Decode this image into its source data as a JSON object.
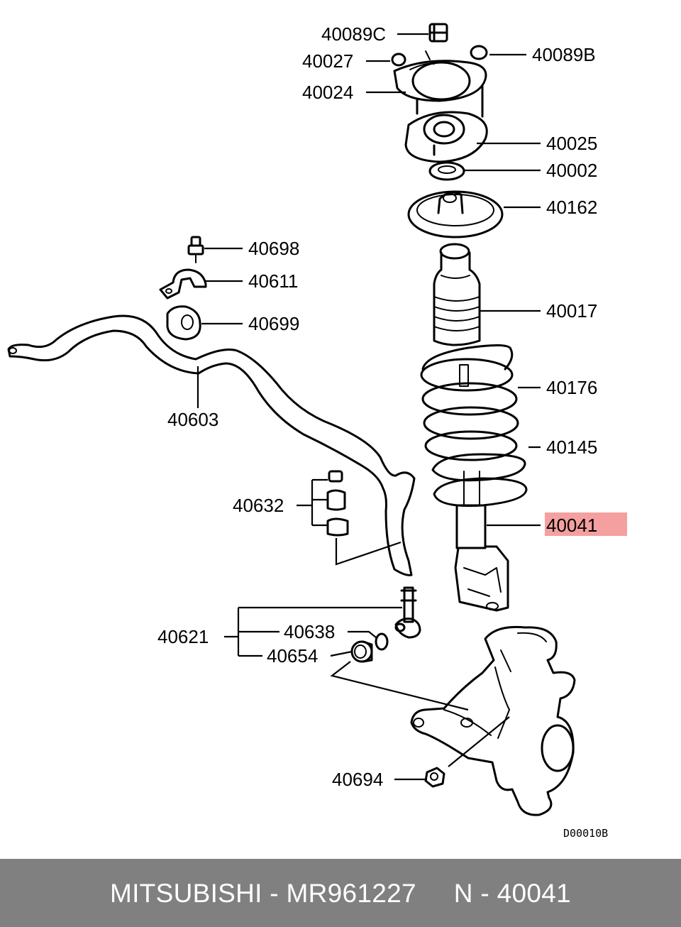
{
  "diagram_code": "D00010B",
  "highlight_color": "#f4a0a0",
  "footer_bg": "#808080",
  "labels": {
    "p40089C": "40089C",
    "p40027": "40027",
    "p40024": "40024",
    "p40089B": "40089B",
    "p40025": "40025",
    "p40002": "40002",
    "p40162": "40162",
    "p40698": "40698",
    "p40611": "40611",
    "p40699": "40699",
    "p40017": "40017",
    "p40603": "40603",
    "p40176": "40176",
    "p40145": "40145",
    "p40632": "40632",
    "p40041": "40041",
    "p40621": "40621",
    "p40638": "40638",
    "p40654": "40654",
    "p40694": "40694"
  },
  "footer": {
    "brand": "MITSUBISHI",
    "part_number": "MR961227",
    "position": "N - 40041",
    "text": "MITSUBISHI - MR961227     N - 40041"
  }
}
